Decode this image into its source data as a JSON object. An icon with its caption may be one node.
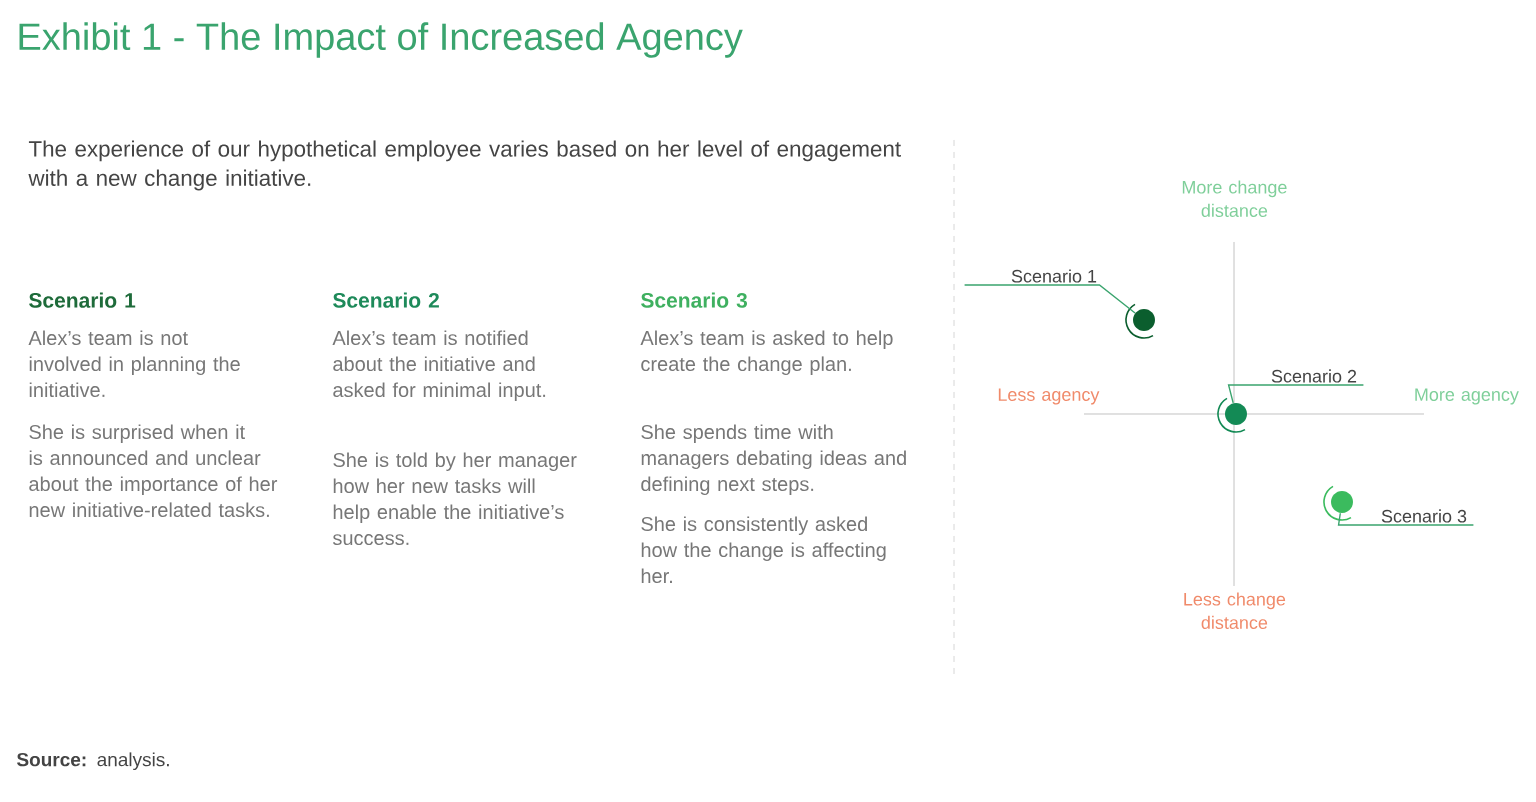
{
  "diagram": {
    "title": "Exhibit 1 - The Impact of Increased Agency",
    "nodes": [
      {
        "text": [
          "Scenario 1"
        ]
      },
      {
        "text": [],
        "shape": "circle"
      },
      {
        "text": [
          "Scenario 2"
        ]
      },
      {
        "text": [],
        "shape": "circle"
      },
      {
        "text": [
          "Scenario 3"
        ]
      },
      {
        "text": [],
        "shape": "circle"
      }
    ],
    "edges": [
      {
        "from": 0,
        "to": 1,
        "arrow": "none"
      },
      {
        "from": 2,
        "to": 3,
        "arrow": "none"
      },
      {
        "from": 4,
        "to": 5,
        "arrow": "none"
      }
    ],
    "labels": [
      "The experience of our hypothetical employee varies based on her level of engagement with a new change initiative.",
      "Scenario 1",
      "Alex’s team is not involved in planning the initiative.",
      "She is surprised when it is announced and unclear about the importance of her new initiative-related tasks.",
      "Scenario 2",
      "Alex’s team is notified about the initiative and asked for minimal input.",
      "She is told by her manager how her new tasks will help enable the initiative’s success.",
      "Scenario 3",
      "Alex’s team is asked to help create the change plan.",
      "She spends time with managers debating ideas and defining next steps.",
      "She is consistently asked how the change is affecting her.",
      "More change distance",
      "Less agency",
      "More agency",
      "Less change distance",
      "**Source:** analysis."
    ]
  }
}
